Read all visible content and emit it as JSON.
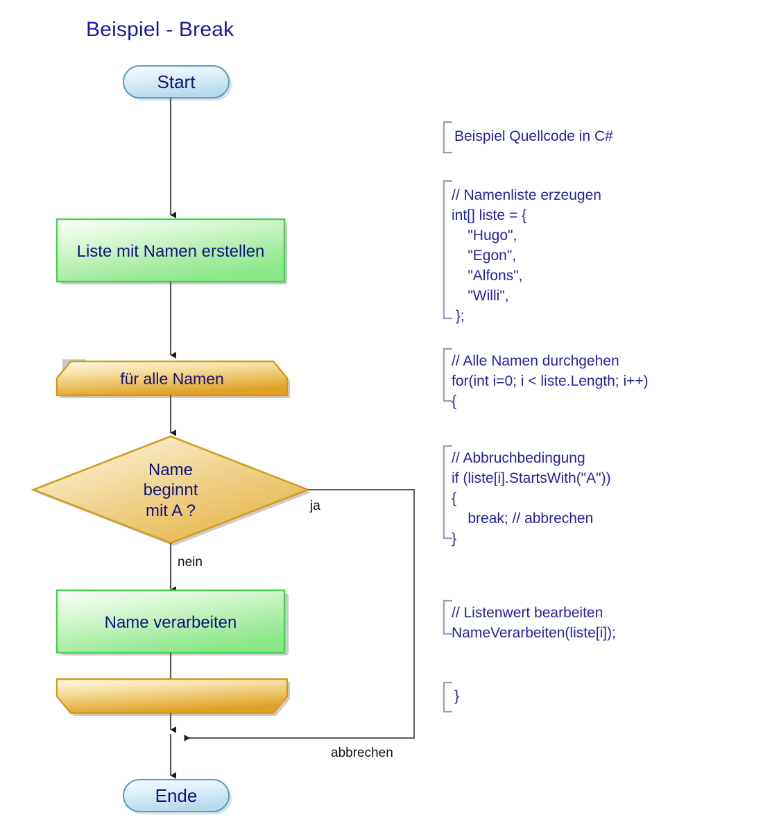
{
  "diagram": {
    "title": "Beispiel - Break",
    "title_color": "#1a1a9c",
    "colors": {
      "terminator_fill_top": "#f2fafd",
      "terminator_fill_bottom": "#bcdcec",
      "terminator_stroke": "#5b9bc4",
      "process_fill_top": "#f6fff4",
      "process_fill_bottom": "#8ee98a",
      "process_stroke": "#44d24a",
      "loop_fill_top": "#fdf6e0",
      "loop_fill_bottom": "#e2a32b",
      "loop_stroke": "#d59a18",
      "decision_fill_top": "#fbf2d8",
      "decision_fill_bottom": "#e6b547",
      "decision_stroke": "#d29c1c",
      "connector": "#5a5a5a",
      "text": "#12127e",
      "code_text": "#23239e",
      "bracket": "#9a9ab8",
      "shadow": "#b4b4bc"
    },
    "nodes": [
      {
        "id": "start",
        "type": "terminator",
        "label": "Start"
      },
      {
        "id": "create-list",
        "type": "process",
        "label": "Liste mit Namen erstellen"
      },
      {
        "id": "loop-start",
        "type": "loop-start",
        "label": "für alle Namen"
      },
      {
        "id": "decision",
        "type": "decision",
        "label": "Name\nbeginnt\nmit A ?"
      },
      {
        "id": "process-name",
        "type": "process",
        "label": "Name verarbeiten"
      },
      {
        "id": "loop-end",
        "type": "loop-end",
        "label": ""
      },
      {
        "id": "end",
        "type": "terminator",
        "label": "Ende"
      }
    ],
    "edge_labels": [
      {
        "id": "yes",
        "text": "ja"
      },
      {
        "id": "no",
        "text": "nein"
      },
      {
        "id": "break",
        "text": "abbrechen"
      }
    ]
  },
  "code": {
    "blocks": [
      {
        "id": "intro",
        "text": "Beispiel Quellcode in C#"
      },
      {
        "id": "list",
        "text": "// Namenliste erzeugen\nint[] liste = {\n    \"Hugo\",\n    \"Egon\",\n    \"Alfons\",\n    \"Willi\",\n };"
      },
      {
        "id": "for-loop",
        "text": "// Alle Namen durchgehen\nfor(int i=0; i < liste.Length; i++)\n{"
      },
      {
        "id": "condition",
        "text": "// Abbruchbedingung\nif (liste[i].StartsWith(\"A\"))\n{\n    break; // abbrechen\n}"
      },
      {
        "id": "process",
        "text": "// Listenwert bearbeiten\nNameVerarbeiten(liste[i]);"
      },
      {
        "id": "close",
        "text": "}"
      }
    ]
  }
}
